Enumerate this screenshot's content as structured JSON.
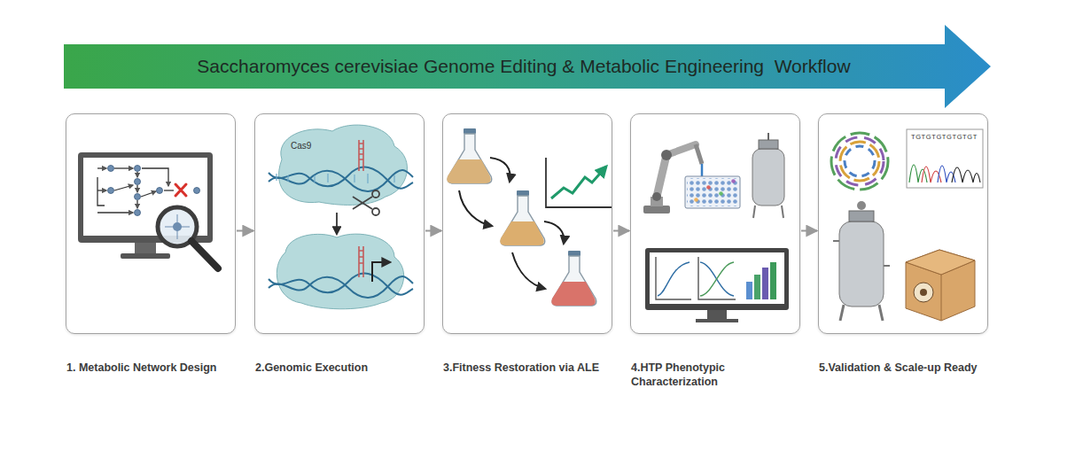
{
  "diagram": {
    "title": "Saccharomyces cerevisiae Genome Editing & Metabolic Engineering  Workflow",
    "nodes": [
      {
        "text": [
          "1. Metabolic Network Design"
        ]
      },
      {
        "text": [
          "2.Genomic Execution"
        ]
      },
      {
        "text": [
          "3.Fitness Restoration via ALE"
        ]
      },
      {
        "text": [
          "4.HTP Phenotypic Characterization"
        ]
      },
      {
        "text": [
          "5.Validation & Scale-up Ready"
        ]
      }
    ],
    "edges": [
      {
        "from": 0,
        "to": 1,
        "arrow": "to"
      },
      {
        "from": 1,
        "to": 2,
        "arrow": "to"
      },
      {
        "from": 2,
        "to": 3,
        "arrow": "to"
      },
      {
        "from": 3,
        "to": 4,
        "arrow": "to"
      }
    ],
    "labels": [
      "Cas9",
      "TGTGTGTGTGTGT"
    ]
  }
}
